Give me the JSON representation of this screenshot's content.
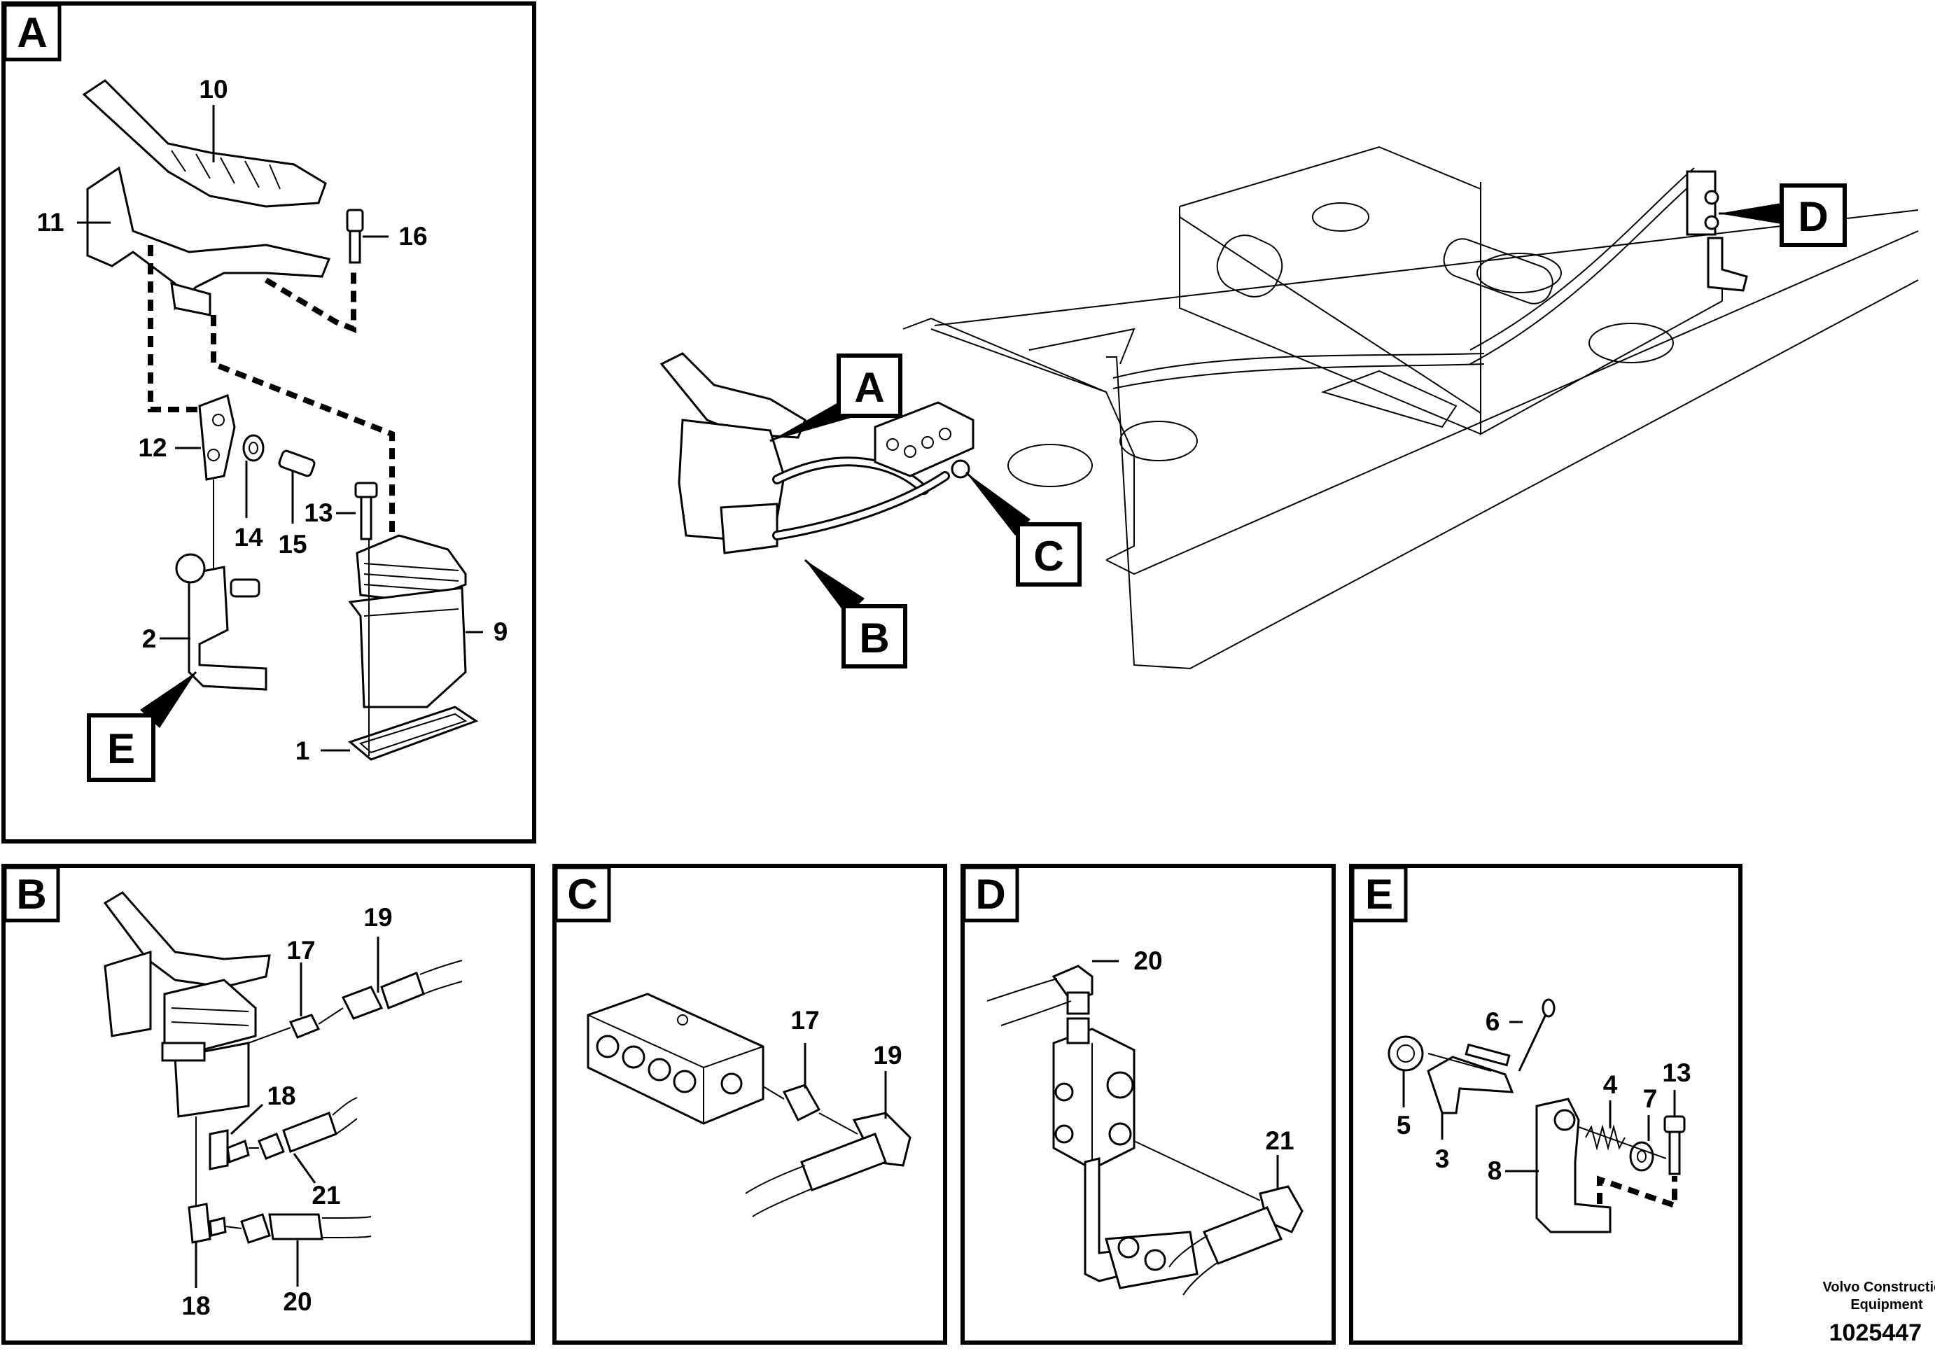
{
  "diagram": {
    "panel_labels": {
      "a": "A",
      "b": "B",
      "c": "C",
      "d": "D",
      "e": "E"
    },
    "overview_callouts": {
      "a": "A",
      "b": "B",
      "c": "C",
      "d": "D"
    },
    "part_numbers": {
      "a": [
        "10",
        "11",
        "16",
        "12",
        "14",
        "15",
        "13",
        "2",
        "9",
        "1"
      ],
      "b": [
        "17",
        "19",
        "18",
        "21",
        "18",
        "20"
      ],
      "c": [
        "17",
        "19"
      ],
      "d": [
        "20",
        "21"
      ],
      "e": [
        "6",
        "4",
        "7",
        "13",
        "5",
        "3",
        "8"
      ]
    },
    "footer": {
      "maker_line1": "Volvo Construction",
      "maker_line2": "Equipment",
      "ref_number": "1025447"
    }
  }
}
